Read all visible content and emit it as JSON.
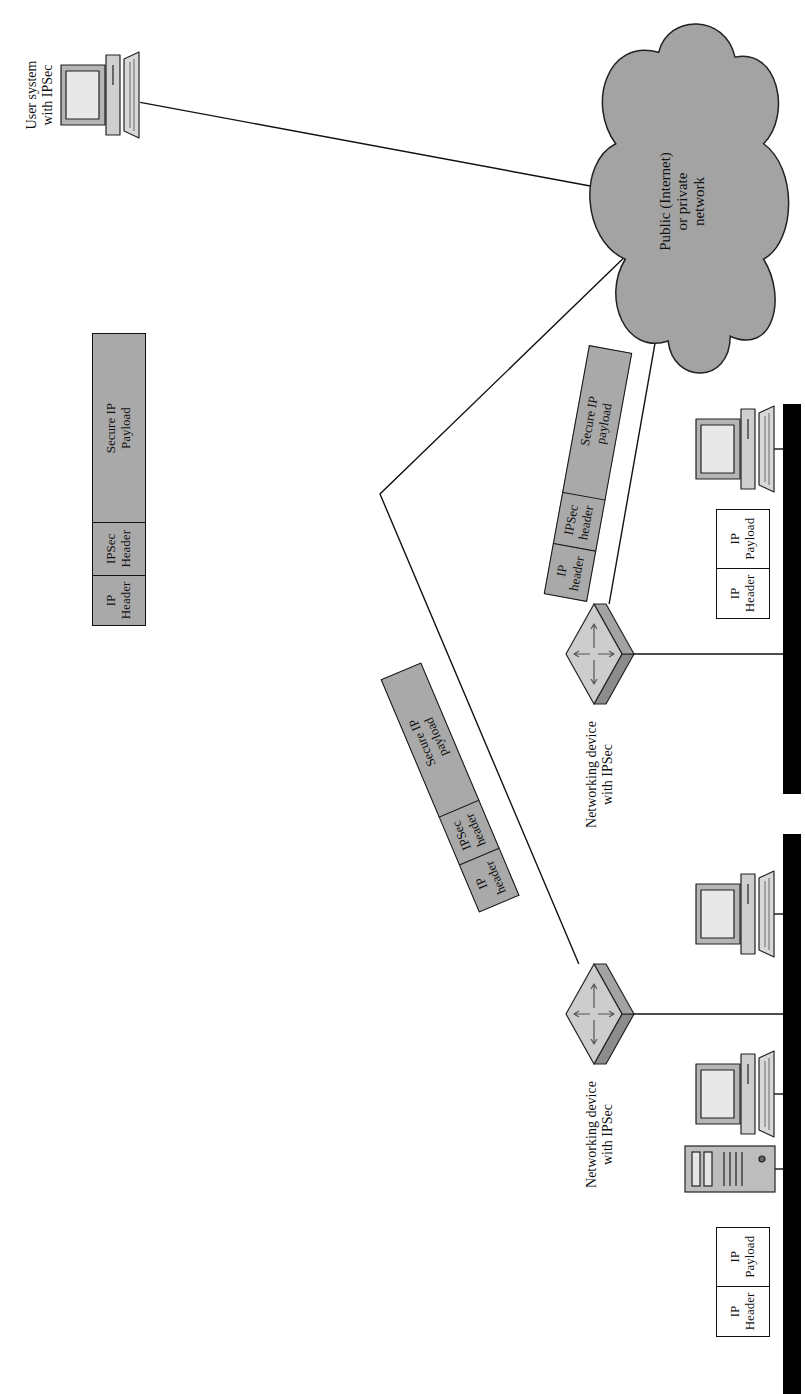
{
  "diagram": {
    "nodes": [
      {
        "text": [
          "User system with IPSec"
        ]
      },
      {
        "text": [
          "IP Header"
        ]
      },
      {
        "text": [
          "IPSec Header"
        ]
      },
      {
        "text": [
          "Secure IP Payload"
        ]
      },
      {
        "text": [
          "Public (Internet) or private network"
        ]
      },
      {
        "text": [
          "Networking device with IPSec"
        ]
      },
      {
        "text": [
          "IP header"
        ]
      },
      {
        "text": [
          "IPSec header"
        ]
      },
      {
        "text": [
          "Secure IP payload"
        ]
      },
      {
        "text": [
          "Networking device with IPSec"
        ]
      },
      {
        "text": [
          "IP header"
        ]
      },
      {
        "text": [
          "IPSec header"
        ]
      },
      {
        "text": [
          "Secure IP payload"
        ]
      },
      {
        "text": [
          "IP Header"
        ]
      },
      {
        "text": [
          "IP Payload"
        ]
      },
      {
        "text": [
          "IP Header"
        ]
      },
      {
        "text": [
          "IP Payload"
        ]
      }
    ],
    "edges": [
      {
        "from": 0,
        "to": 4,
        "arrow": "none"
      },
      {
        "from": 5,
        "to": 4,
        "arrow": "none"
      },
      {
        "from": 9,
        "to": 4,
        "arrow": "none"
      }
    ]
  }
}
